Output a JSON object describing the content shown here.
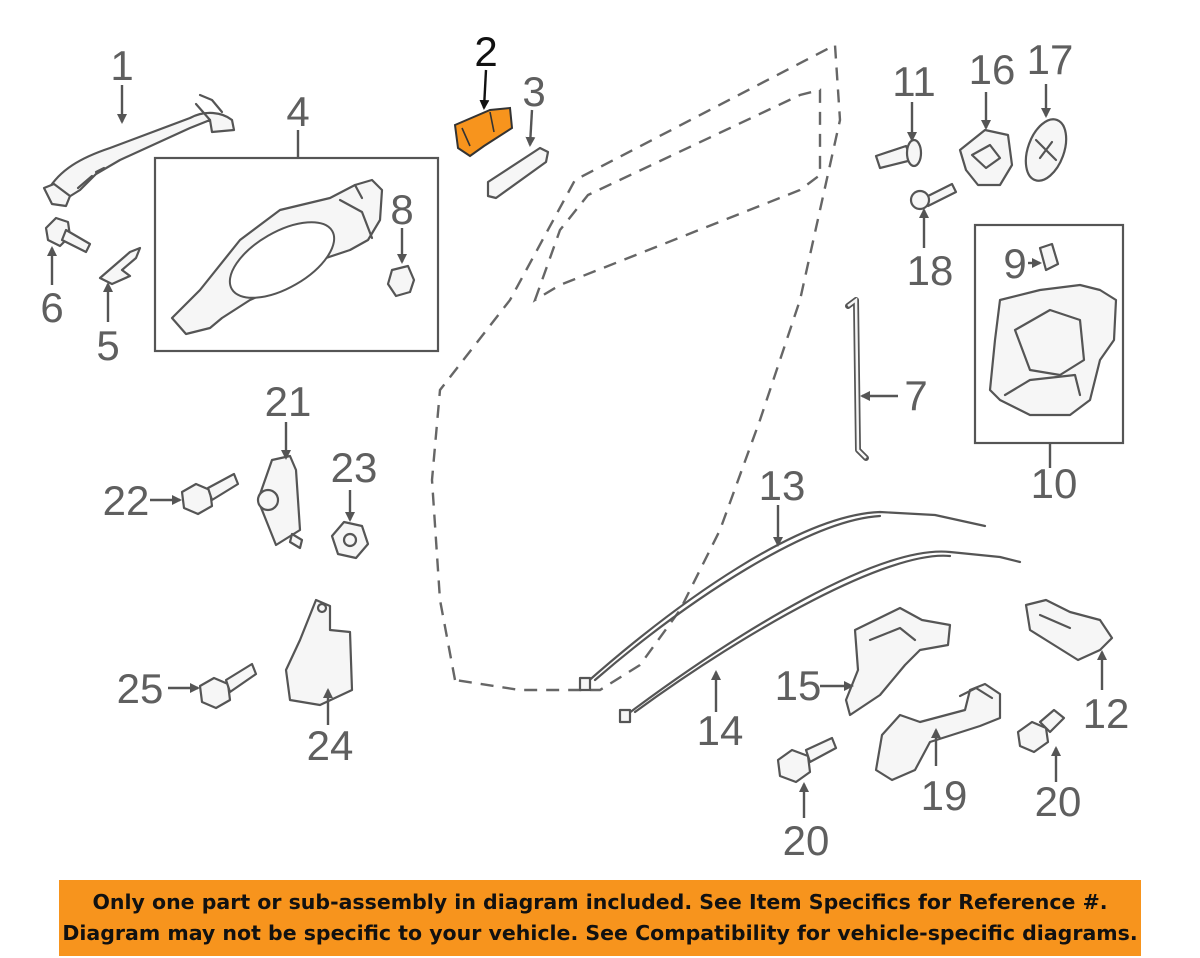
{
  "callouts": [
    "1",
    "2",
    "3",
    "4",
    "5",
    "6",
    "7",
    "8",
    "9",
    "10",
    "11",
    "12",
    "13",
    "14",
    "15",
    "16",
    "17",
    "18",
    "19",
    "20",
    "20",
    "21",
    "22",
    "23",
    "24",
    "25"
  ],
  "highlight_color": "#f7941d",
  "banner": {
    "line1": "Only one part or sub-assembly in diagram included. See Item Specifics for Reference #.",
    "line2": "Diagram may not be specific to your vehicle. See Compatibility for vehicle-specific diagrams."
  }
}
